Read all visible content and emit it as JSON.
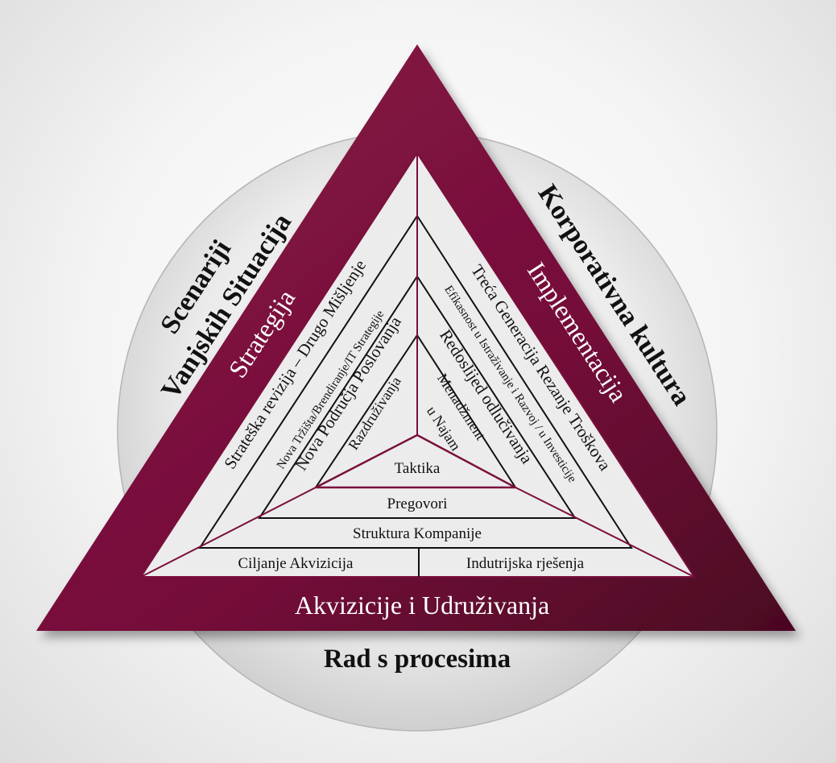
{
  "outer_ring": {
    "left_label_line1": "Scenariji",
    "left_label_line2": "Vanjskih Situacija",
    "right_label": "Korporativna kultura",
    "bottom_label": "Rad s procesima"
  },
  "frame": {
    "left_side_label": "Strategija",
    "right_side_label": "Implementacija",
    "bottom_side_label": "Akvizicije i Udruživanja"
  },
  "left_bands": [
    "Strateška revizija – Drugo Mišljenje",
    "Nova Tržišta/Brendiranje/IT Strategije",
    "Nova Područja Poslovanja",
    "Razdruživanja"
  ],
  "right_bands": [
    "Treća Generacija Rezanje Troškova",
    "Efikasnost u Istraživanje i Razvoj / u Investicije",
    "Redoslijed odlučivanja",
    "Menadžment",
    "u Najam"
  ],
  "bottom_bands": {
    "center_core": "Taktika",
    "level_2": "Pregovori",
    "level_3": "Struktura Kompanije",
    "level_4_left": "Ciljanje Akvizicija",
    "level_4_right": "Indutrijska rješenja"
  },
  "colors": {
    "frame": "#7a0f3d",
    "frame_dark": "#4a0622",
    "inner_fill": "#ececec",
    "line": "#111111",
    "white_text": "#ffffff",
    "dark_text": "#111111"
  }
}
